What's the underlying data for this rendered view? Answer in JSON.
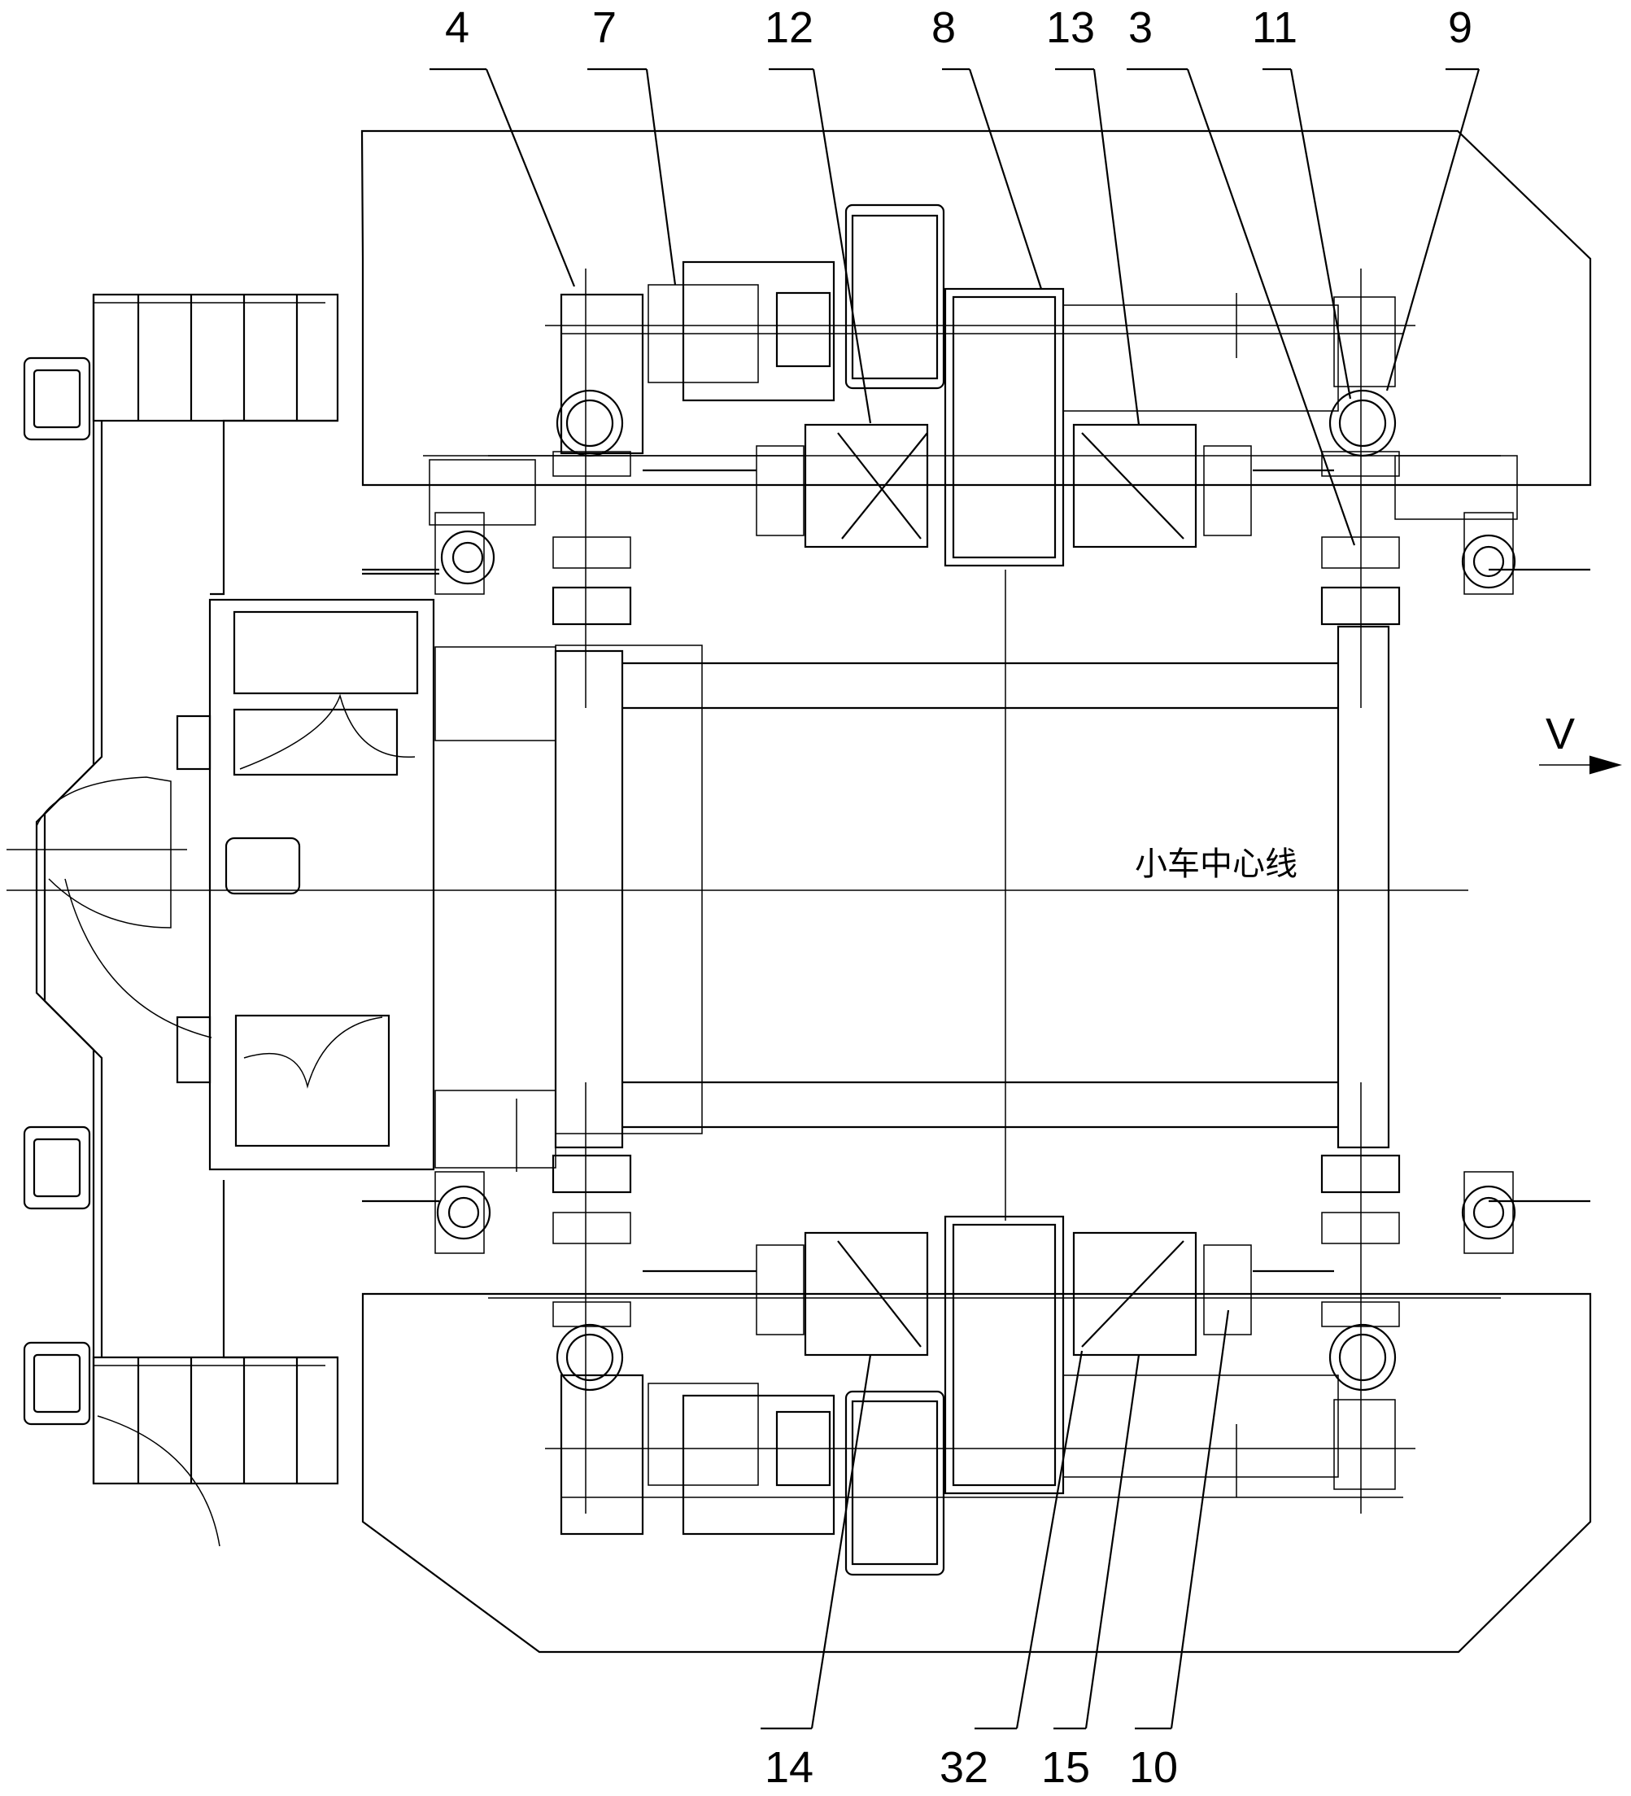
{
  "callouts_top": [
    "4",
    "7",
    "12",
    "8",
    "13",
    "3",
    "11",
    "9"
  ],
  "callouts_bottom": [
    "14",
    "32",
    "15",
    "10"
  ],
  "direction_label": "V",
  "centerline_label": "小车中心线"
}
